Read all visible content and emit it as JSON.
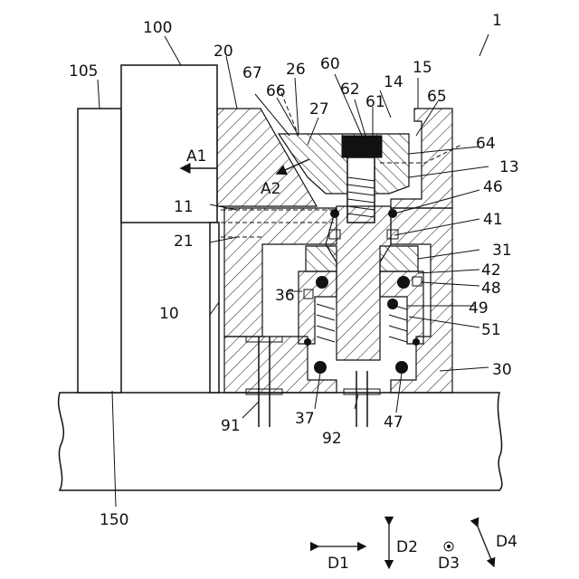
{
  "labels": {
    "ref_1": "1",
    "ref_100": "100",
    "ref_105": "105",
    "ref_20": "20",
    "ref_26": "26",
    "ref_60": "60",
    "ref_14": "14",
    "ref_15": "15",
    "ref_67": "67",
    "ref_66": "66",
    "ref_62": "62",
    "ref_61": "61",
    "ref_65": "65",
    "ref_27": "27",
    "ref_64": "64",
    "ref_13": "13",
    "ref_A1": "A1",
    "ref_A2": "A2",
    "ref_46": "46",
    "ref_11": "11",
    "ref_41": "41",
    "ref_21": "21",
    "ref_31": "31",
    "ref_42": "42",
    "ref_36": "36",
    "ref_48": "48",
    "ref_10": "10",
    "ref_49": "49",
    "ref_51": "51",
    "ref_30": "30",
    "ref_91": "91",
    "ref_37": "37",
    "ref_92": "92",
    "ref_47": "47",
    "ref_150": "150",
    "ref_D1": "D1",
    "ref_D2": "D2",
    "ref_D3": "D3",
    "ref_D4": "D4"
  }
}
